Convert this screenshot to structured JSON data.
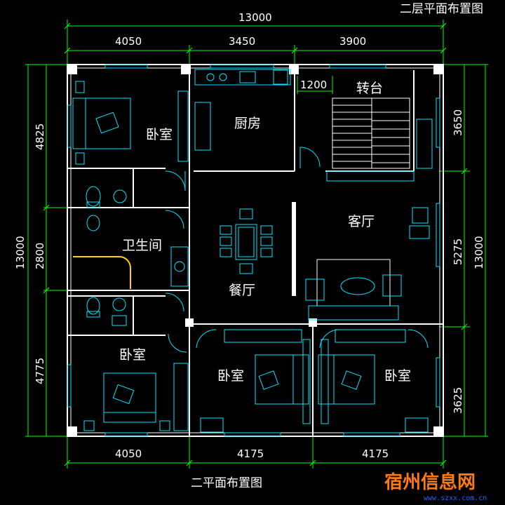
{
  "header": {
    "title_top": "二层平面布置图"
  },
  "footer": {
    "title": "二平面布置图"
  },
  "dimensions": {
    "top_total": "13000",
    "top_segments": [
      "4050",
      "3450",
      "3900"
    ],
    "inner_1200": "1200",
    "left_total": "13000",
    "left_segments": [
      "4825",
      "2800",
      "4775"
    ],
    "right_total": "13000",
    "right_segments": [
      "3650",
      "5275",
      "3625"
    ],
    "bottom_segments": [
      "4050",
      "4175",
      "4175"
    ]
  },
  "rooms": {
    "bedroom_nw": "卧室",
    "kitchen": "厨房",
    "stair": "转台",
    "bathroom": "卫生间",
    "living": "客厅",
    "dining": "餐厅",
    "bedroom_sw": "卧室",
    "bedroom_s_mid": "卧室",
    "bedroom_se": "卧室"
  },
  "watermark": {
    "text": "宿州信息网",
    "url": "www.szxx.com.cn"
  },
  "colors": {
    "dimension_lines": "#00ff00",
    "walls": "#ffffff",
    "furniture": "#00e5ff",
    "accent": "#ffd400",
    "watermark": "#ff7a10"
  }
}
